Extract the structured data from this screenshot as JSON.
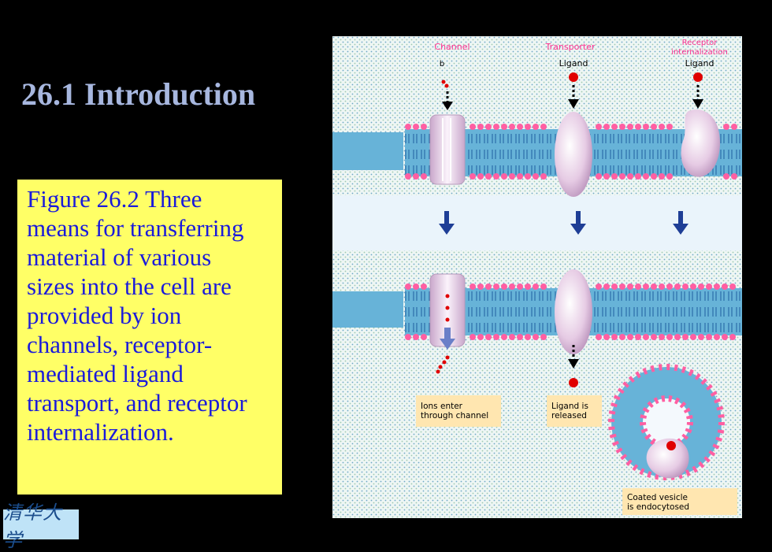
{
  "slide": {
    "title": "26.1 Introduction",
    "caption_lines": [
      "Figure 26.2 Three",
      "means for transferring",
      "material of various",
      "sizes into the cell are",
      "provided by ion",
      "channels, receptor-",
      "mediated ligand",
      "transport, and receptor",
      "internalization."
    ],
    "logo_text": "清华大学"
  },
  "figure": {
    "headers": {
      "channel": "Channel",
      "transporter": "Transporter",
      "receptor_line1": "Receptor",
      "receptor_line2": "internalization"
    },
    "top_labels": {
      "channel_ion": "b",
      "transporter_ligand": "Ligand",
      "receptor_ligand": "Ligand"
    },
    "boxes": {
      "ions_line1": "Ions enter",
      "ions_line2": "through channel",
      "ligand_line1": "Ligand is",
      "ligand_line2": "released",
      "vesicle_line1": "Coated vesicle",
      "vesicle_line2": "is endocytosed"
    },
    "colors": {
      "header": "#ff2f8f",
      "membrane": "#67b3d8",
      "head": "#ff5fa2",
      "protein": "#e6cbe4",
      "ion": "#e00000",
      "arrow": "#1e3e96",
      "box": "#ffe6b0"
    }
  }
}
